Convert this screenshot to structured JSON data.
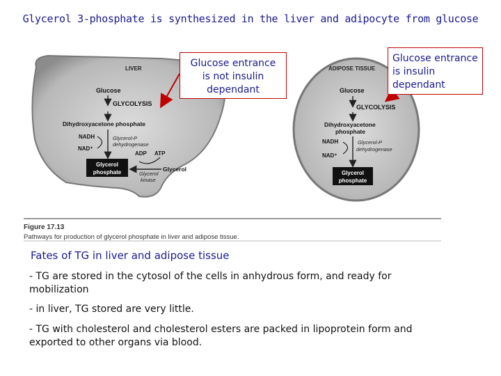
{
  "title": "Glycerol 3-phosphate is synthesized in the liver and adipocyte from glucose",
  "callouts": {
    "liver": [
      "Glucose entrance",
      "is not insulin",
      "dependant"
    ],
    "adipose": [
      "Glucose entrance",
      "is insulin",
      "dependant"
    ]
  },
  "figure": {
    "liver": {
      "label": "LIVER",
      "glucose": "Glucose",
      "glycolysis": "GLYCOLYSIS",
      "dhap": "Dihydroxyacetone phosphate",
      "nadh": "NADH",
      "nad": "NAD⁺",
      "enzyme1": "Glycerol-P",
      "enzyme2": "dehydrogenase",
      "adp": "ADP",
      "atp": "ATP",
      "glycerol": "Glycerol",
      "product1": "Glycerol",
      "product2": "phosphate",
      "kinase1": "Glycerol",
      "kinase2": "kinase"
    },
    "adipose": {
      "label": "ADIPOSE TISSUE",
      "glucose": "Glucose",
      "glycolysis": "GLYCOLYSIS",
      "dhap1": "Dihydroxyacetone",
      "dhap2": "phosphate",
      "nadh": "NADH",
      "nad": "NAD⁺",
      "enzyme1": "Glycerol-P",
      "enzyme2": "dehydrogenase",
      "product1": "Glycerol",
      "product2": "phosphate"
    },
    "caption_label": "Figure 17.13",
    "caption": "Pathways for production of glycerol phosphate in liver and adipose tissue."
  },
  "fates_title": "Fates of TG in liver and adipose tissue",
  "points": [
    [
      "- TG are stored in the cytosol of the cells in anhydrous form, and ready for",
      "mobilization"
    ],
    [
      "- in liver, TG stored are very little."
    ],
    [
      "- TG with cholesterol and cholesterol esters are packed in lipoprotein form and",
      "exported to other organs via blood."
    ]
  ],
  "colors": {
    "title": "#1a1a8c",
    "callout_border": "#c00000",
    "arrow": "#c00000"
  }
}
